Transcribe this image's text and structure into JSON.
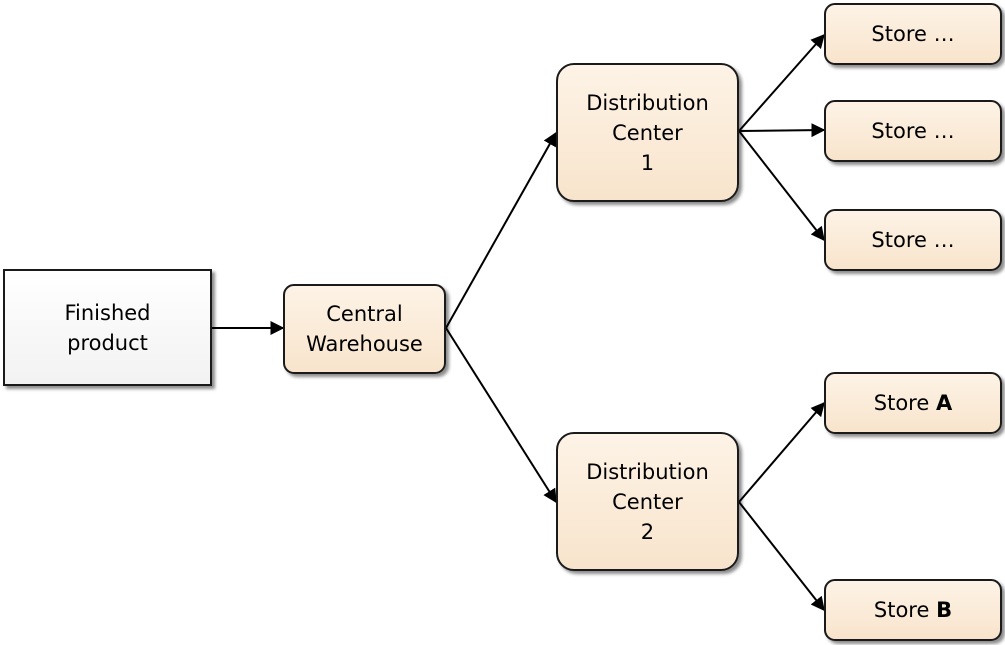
{
  "nodes": {
    "finished_product": "Finished\nproduct",
    "central_warehouse": "Central\nWarehouse",
    "distribution_center_1": "Distribution\nCenter\n1",
    "distribution_center_2": "Distribution\nCenter\n2",
    "store_1": "Store …",
    "store_2": "Store …",
    "store_3": "Store …",
    "store_a": {
      "prefix": "Store ",
      "letter": "A"
    },
    "store_b": {
      "prefix": "Store ",
      "letter": "B"
    }
  },
  "edges": [
    {
      "from": "finished_product",
      "to": "central_warehouse"
    },
    {
      "from": "central_warehouse",
      "to": "distribution_center_1"
    },
    {
      "from": "central_warehouse",
      "to": "distribution_center_2"
    },
    {
      "from": "distribution_center_1",
      "to": "store_1"
    },
    {
      "from": "distribution_center_1",
      "to": "store_2"
    },
    {
      "from": "distribution_center_1",
      "to": "store_3"
    },
    {
      "from": "distribution_center_2",
      "to": "store_a"
    },
    {
      "from": "distribution_center_2",
      "to": "store_b"
    }
  ]
}
